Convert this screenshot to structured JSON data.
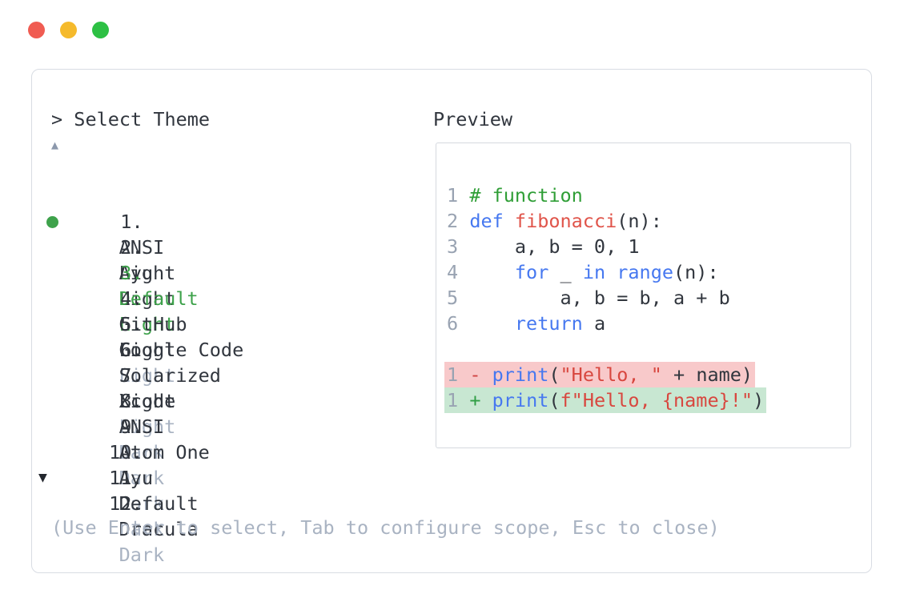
{
  "window": {
    "traffic_lights": [
      {
        "name": "close",
        "color": "#f05c52"
      },
      {
        "name": "minimize",
        "color": "#f5ba2c"
      },
      {
        "name": "zoom",
        "color": "#2dc044"
      }
    ]
  },
  "theme_selector": {
    "prompt": "> Select Theme",
    "scroll_up": "▲",
    "scroll_down": "▼",
    "items": [
      {
        "num": "1.",
        "label": "ANSI",
        "suffix": "Light",
        "muted": false,
        "selected": false
      },
      {
        "num": "2.",
        "label": "Ayu",
        "suffix": "Light",
        "muted": false,
        "selected": false
      },
      {
        "num": "3.",
        "label": "Default",
        "suffix": "Light",
        "muted": false,
        "selected": true
      },
      {
        "num": "4.",
        "label": "GitHub",
        "suffix": "Light",
        "muted": false,
        "selected": false
      },
      {
        "num": "5.",
        "label": "Google Code",
        "suffix": "Light",
        "muted": true,
        "selected": false
      },
      {
        "num": "6.",
        "label": "Solarized",
        "suffix": "Light",
        "muted": false,
        "selected": false
      },
      {
        "num": "7.",
        "label": "Xcode",
        "suffix": "Light",
        "muted": true,
        "selected": false
      },
      {
        "num": "8.",
        "label": "ANSI",
        "suffix": "Dark",
        "muted": true,
        "selected": false
      },
      {
        "num": "9.",
        "label": "Atom One",
        "suffix": "Dark",
        "muted": true,
        "selected": false
      },
      {
        "num": "10.",
        "label": "Ayu",
        "suffix": "Dark",
        "muted": true,
        "selected": false
      },
      {
        "num": "11.",
        "label": "Default",
        "suffix": "Dark",
        "muted": true,
        "selected": false
      },
      {
        "num": "12.",
        "label": "Dracula",
        "suffix": "Dark",
        "muted": true,
        "selected": false
      }
    ],
    "help_text": "(Use Enter to select, Tab to configure scope, Esc to close)"
  },
  "preview": {
    "title": "Preview",
    "lines": [
      {
        "bg": null,
        "tokens": [
          [
            "ln",
            "1"
          ],
          [
            "p",
            " "
          ],
          [
            "cm",
            "# function"
          ]
        ]
      },
      {
        "bg": null,
        "tokens": [
          [
            "ln",
            "2"
          ],
          [
            "p",
            " "
          ],
          [
            "k",
            "def"
          ],
          [
            "p",
            " "
          ],
          [
            "f",
            "fibonacci"
          ],
          [
            "p",
            "(n):"
          ]
        ]
      },
      {
        "bg": null,
        "tokens": [
          [
            "ln",
            "3"
          ],
          [
            "p",
            "     a, b = 0, 1"
          ]
        ]
      },
      {
        "bg": null,
        "tokens": [
          [
            "ln",
            "4"
          ],
          [
            "p",
            "     "
          ],
          [
            "k",
            "for"
          ],
          [
            "p",
            " _ "
          ],
          [
            "k",
            "in"
          ],
          [
            "p",
            " "
          ],
          [
            "k",
            "range"
          ],
          [
            "p",
            "(n):"
          ]
        ]
      },
      {
        "bg": null,
        "tokens": [
          [
            "ln",
            "5"
          ],
          [
            "p",
            "         a, b = b, a + b"
          ]
        ]
      },
      {
        "bg": null,
        "tokens": [
          [
            "ln",
            "6"
          ],
          [
            "p",
            "     "
          ],
          [
            "k",
            "return"
          ],
          [
            "p",
            " a"
          ]
        ]
      },
      {
        "bg": null,
        "tokens": []
      },
      {
        "bg": "removed",
        "tokens": [
          [
            "ln",
            "1"
          ],
          [
            "p",
            " "
          ],
          [
            "minus",
            "-"
          ],
          [
            "p",
            " "
          ],
          [
            "k",
            "print"
          ],
          [
            "p",
            "("
          ],
          [
            "s",
            "\"Hello, \""
          ],
          [
            "p",
            " + name)"
          ]
        ]
      },
      {
        "bg": "added",
        "tokens": [
          [
            "ln",
            "1"
          ],
          [
            "p",
            " "
          ],
          [
            "plus",
            "+"
          ],
          [
            "p",
            " "
          ],
          [
            "k",
            "print"
          ],
          [
            "p",
            "("
          ],
          [
            "s",
            "f\"Hello, {name}!\""
          ],
          [
            "p",
            ")"
          ]
        ]
      }
    ]
  },
  "colors": {
    "text": "#31363e",
    "muted": "#a9b3c2",
    "accent_green": "#3ea24b",
    "keyword": "#4678f0",
    "function": "#e0544a",
    "string": "#d8473f",
    "comment": "#2f9e36",
    "line_number": "#99a3b2",
    "minus": "#cf4242",
    "plus": "#2f9e44",
    "removed_bg": "#f8c9ca",
    "added_bg": "#c8e7d2"
  }
}
